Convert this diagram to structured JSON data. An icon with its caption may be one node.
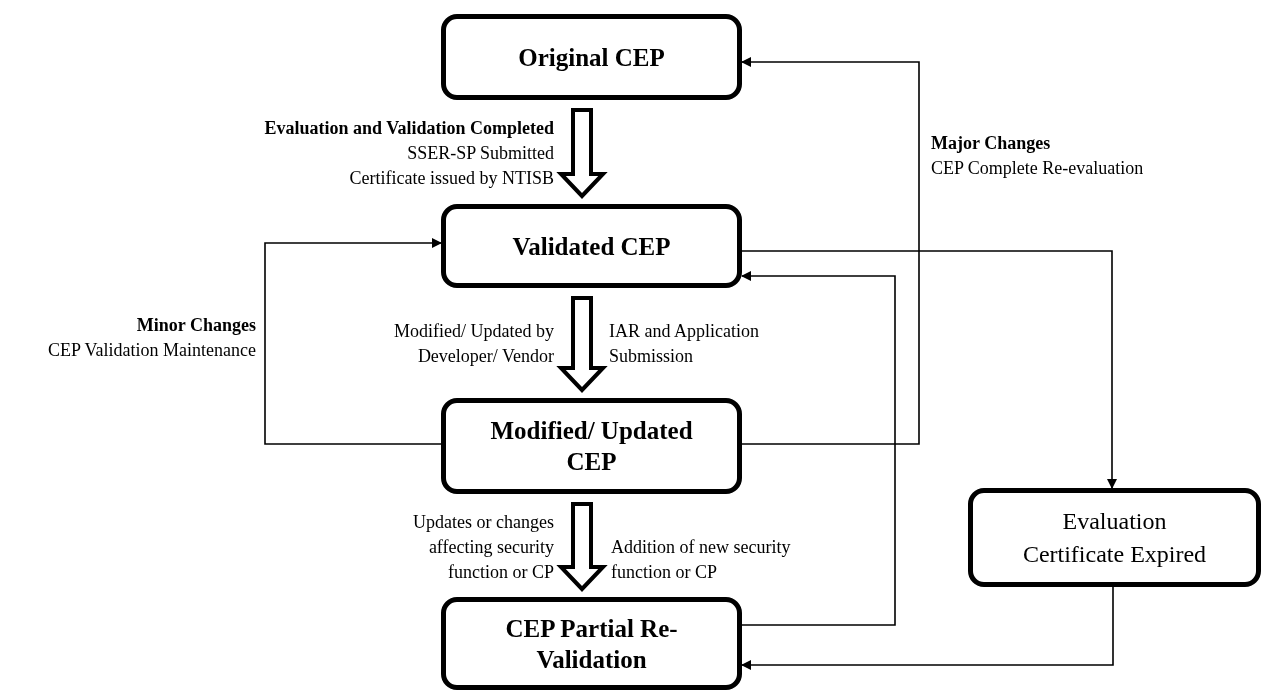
{
  "diagram": {
    "nodes": [
      {
        "text": [
          "Original CEP"
        ]
      },
      {
        "text": [
          "Validated CEP"
        ]
      },
      {
        "text": [
          "Modified/ Updated CEP"
        ]
      },
      {
        "text": [
          "Evaluation Certificate Expired"
        ]
      },
      {
        "text": [
          "CEP Partial Re-Validation"
        ]
      }
    ],
    "edges": [
      {
        "from": 0,
        "to": 1,
        "arrow": "to",
        "style": "thick"
      },
      {
        "from": 1,
        "to": 2,
        "arrow": "to",
        "style": "thick"
      },
      {
        "from": 2,
        "to": 4,
        "arrow": "to",
        "style": "thick"
      },
      {
        "from": 2,
        "to": 0,
        "arrow": "to"
      },
      {
        "from": 2,
        "to": 1,
        "arrow": "to"
      },
      {
        "from": 1,
        "to": 3,
        "arrow": "to"
      },
      {
        "from": 4,
        "to": 1,
        "arrow": "to"
      },
      {
        "from": 3,
        "to": 4,
        "arrow": "to"
      }
    ],
    "labels": [
      "Evaluation and Validation Completed",
      "SSER-SP Submitted",
      "Certificate issued by NTISB",
      "Major Changes",
      "CEP Complete Re-evaluation",
      "Minor Changes",
      "CEP Validation Maintenance",
      "Modified/ Updated by Developer/ Vendor",
      "IAR and Application Submission",
      "Updates or changes affecting security function or CP",
      "Addition of new security function or CP"
    ]
  }
}
